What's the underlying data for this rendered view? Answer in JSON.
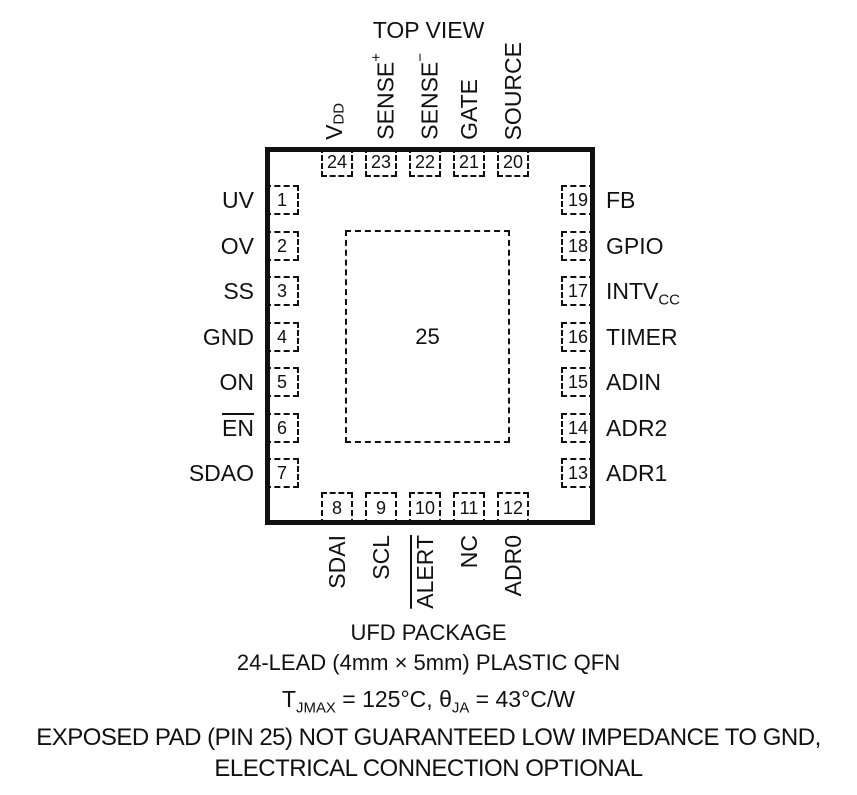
{
  "title": "TOP VIEW",
  "chip": {
    "exposed_pad_number": "25",
    "pins": {
      "top": [
        {
          "number": "24",
          "label_base": "V",
          "label_sub": "DD"
        },
        {
          "number": "23",
          "label_base": "SENSE",
          "label_sup": "+"
        },
        {
          "number": "22",
          "label_base": "SENSE",
          "label_sup": "−"
        },
        {
          "number": "21",
          "label": "GATE"
        },
        {
          "number": "20",
          "label": "SOURCE"
        }
      ],
      "left": [
        {
          "number": "1",
          "label": "UV"
        },
        {
          "number": "2",
          "label": "OV"
        },
        {
          "number": "3",
          "label": "SS"
        },
        {
          "number": "4",
          "label": "GND"
        },
        {
          "number": "5",
          "label": "ON"
        },
        {
          "number": "6",
          "label": "EN",
          "overline": true
        },
        {
          "number": "7",
          "label": "SDAO"
        }
      ],
      "right": [
        {
          "number": "19",
          "label": "FB"
        },
        {
          "number": "18",
          "label": "GPIO"
        },
        {
          "number": "17",
          "label_base": "INTV",
          "label_sub": "CC"
        },
        {
          "number": "16",
          "label": "TIMER"
        },
        {
          "number": "15",
          "label": "ADIN"
        },
        {
          "number": "14",
          "label": "ADR2"
        },
        {
          "number": "13",
          "label": "ADR1"
        }
      ],
      "bottom": [
        {
          "number": "8",
          "label": "SDAI"
        },
        {
          "number": "9",
          "label": "SCL"
        },
        {
          "number": "10",
          "label": "ALERT",
          "overline": true
        },
        {
          "number": "11",
          "label": "NC"
        },
        {
          "number": "12",
          "label": "ADR0"
        }
      ]
    }
  },
  "footer": {
    "package_name": "UFD PACKAGE",
    "package_desc": "24-LEAD (4mm × 5mm) PLASTIC QFN",
    "thermal": {
      "t_base": "T",
      "t_sub": "JMAX",
      "mid": " = 125°C, θ",
      "theta_sub": "JA",
      "end": " = 43°C/W"
    },
    "note_line1": "EXPOSED PAD (PIN 25) NOT GUARANTEED LOW IMPEDANCE TO GND,",
    "note_line2": "ELECTRICAL CONNECTION OPTIONAL"
  },
  "colors": {
    "ink": "#111111",
    "background": "#ffffff"
  }
}
